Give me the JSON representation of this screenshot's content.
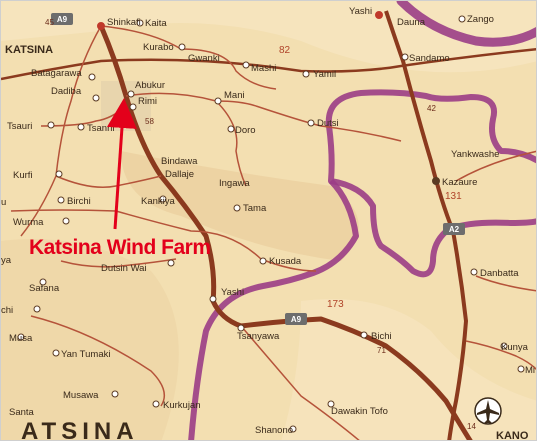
{
  "places": {
    "katsina": "KATSINA",
    "shinkafi": "Shinkafi",
    "kaita": "Kaita",
    "kurabo": "Kurabo",
    "gwanki": "Gwanki",
    "mashi": "Mashi",
    "yamil": "Yamil",
    "yashi_ne": "Yashi",
    "dauna": "Dauna",
    "zango": "Zango",
    "sandamo": "Sandamo",
    "batagarawa": "Batagarawa",
    "dadiba": "Dadiba",
    "abukur": "Abukur",
    "rimi": "Rimi",
    "mani": "Mani",
    "tsauri": "Tsauri",
    "tsanni": "Tsanni",
    "doro": "Doro",
    "dutsi": "Dutsi",
    "bindawa": "Bindawa",
    "dallaje": "Dallaje",
    "ingawa": "Ingawa",
    "yankwashe": "Yankwashe",
    "kazaure": "Kazaure",
    "kurfi": "Kurfi",
    "birchi": "Birchi",
    "tama": "Tama",
    "kankiya": "Kankiya",
    "wurma": "Wurma",
    "dutsin_wai": "Dutsin Wai",
    "kusada": "Kusada",
    "danbatta": "Danbatta",
    "safana": "Safana",
    "yashi_s": "Yashi",
    "musa": "Musa",
    "tsanyawa": "Tsanyawa",
    "bichi": "Bichi",
    "yan_tumaki": "Yan Tumaki",
    "kunya": "Kunya",
    "musawa": "Musawa",
    "kurkujan": "Kurkujan",
    "dawakin_tofo": "Dawakin Tofo",
    "santa": "Santa",
    "shanono": "Shanono",
    "kano": "KANO",
    "region_label": "ATSINA",
    "edge_u": "u",
    "edge_ya": "ya",
    "edge_chi": "chi",
    "edge_mi": "Mi"
  },
  "roads": {
    "a9_north": "A9",
    "a9_south": "A9",
    "a2": "A2"
  },
  "distances": {
    "d82": "82",
    "d58": "58",
    "d42": "42",
    "d131": "131",
    "d173": "173",
    "d71": "71",
    "d14": "14",
    "d45": "45"
  },
  "annotation": {
    "label": "Katsina Wind Farm"
  },
  "colors": {
    "land": "#f3dfb1",
    "major_road": "#8b3a1e",
    "minor_road": "#b5533a",
    "boundary": "#9b3d86",
    "annotation": "#e3001b"
  },
  "icons": {
    "airport": "airport-icon"
  }
}
